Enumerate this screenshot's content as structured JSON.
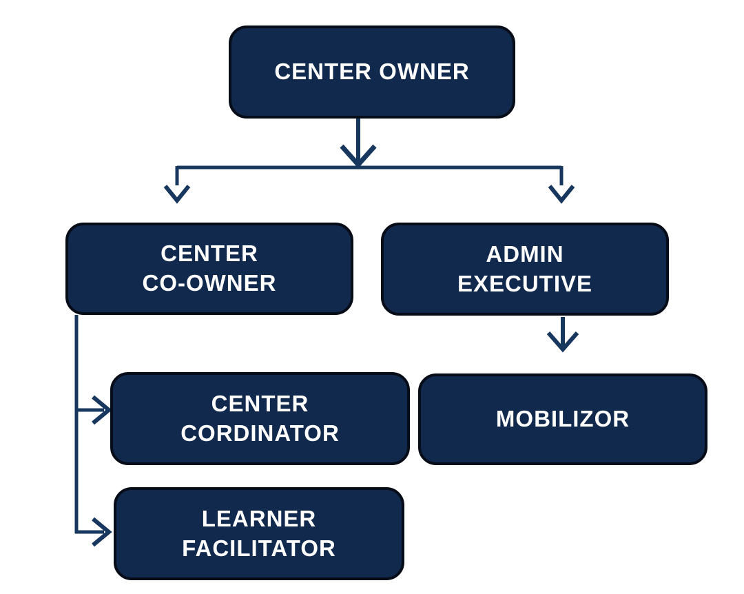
{
  "diagram": {
    "type": "org-chart",
    "colors": {
      "background": "#FFFFFF",
      "node_fill": "#12294E",
      "node_border": "#070D18",
      "connector": "#17375E",
      "text": "#FFFFFF"
    },
    "nodes": [
      {
        "id": "center-owner",
        "label": "CENTER OWNER"
      },
      {
        "id": "center-co-owner",
        "label": "CENTER\nCO-OWNER"
      },
      {
        "id": "admin-executive",
        "label": "ADMIN\nEXECUTIVE"
      },
      {
        "id": "center-cordinator",
        "label": "CENTER\nCORDINATOR"
      },
      {
        "id": "mobilizor",
        "label": "MOBILIZOR"
      },
      {
        "id": "learner-facilitator",
        "label": "LEARNER\nFACILITATOR"
      }
    ],
    "edges": [
      {
        "from": "center-owner",
        "to": "center-co-owner"
      },
      {
        "from": "center-owner",
        "to": "admin-executive"
      },
      {
        "from": "admin-executive",
        "to": "mobilizor"
      },
      {
        "from": "center-co-owner",
        "to": "center-cordinator"
      },
      {
        "from": "center-co-owner",
        "to": "learner-facilitator"
      }
    ]
  }
}
